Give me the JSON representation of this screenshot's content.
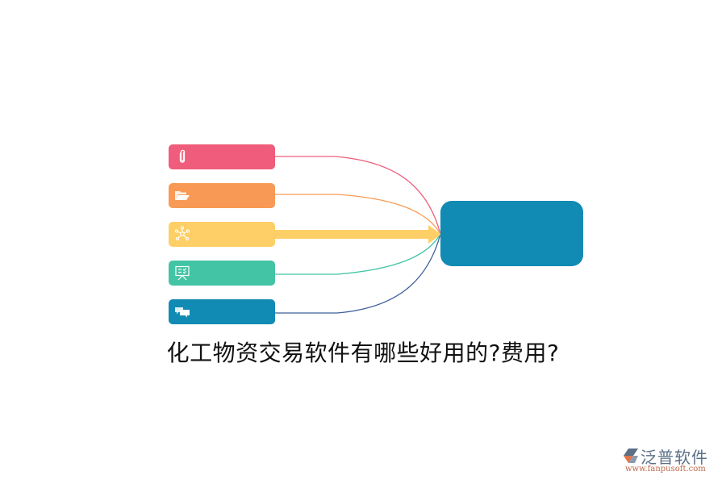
{
  "title": "化工物资交易软件有哪些好用的?费用?",
  "colors": {
    "pink": "#f05c7b",
    "orange": "#f89a55",
    "yellow": "#fecf66",
    "teal": "#42c4a5",
    "blue": "#128bb4",
    "center": "#128bb4",
    "connector_blue": "#3e5f99"
  },
  "items": [
    {
      "icon": "paperclip-icon",
      "color": "#f05c7b"
    },
    {
      "icon": "folder-open-icon",
      "color": "#f89a55"
    },
    {
      "icon": "network-hub-icon",
      "color": "#fecf66"
    },
    {
      "icon": "presentation-board-icon",
      "color": "#42c4a5"
    },
    {
      "icon": "chat-bubbles-icon",
      "color": "#128bb4"
    }
  ],
  "logo": {
    "name": "泛普软件",
    "url": "www.fanpusoft.com"
  }
}
